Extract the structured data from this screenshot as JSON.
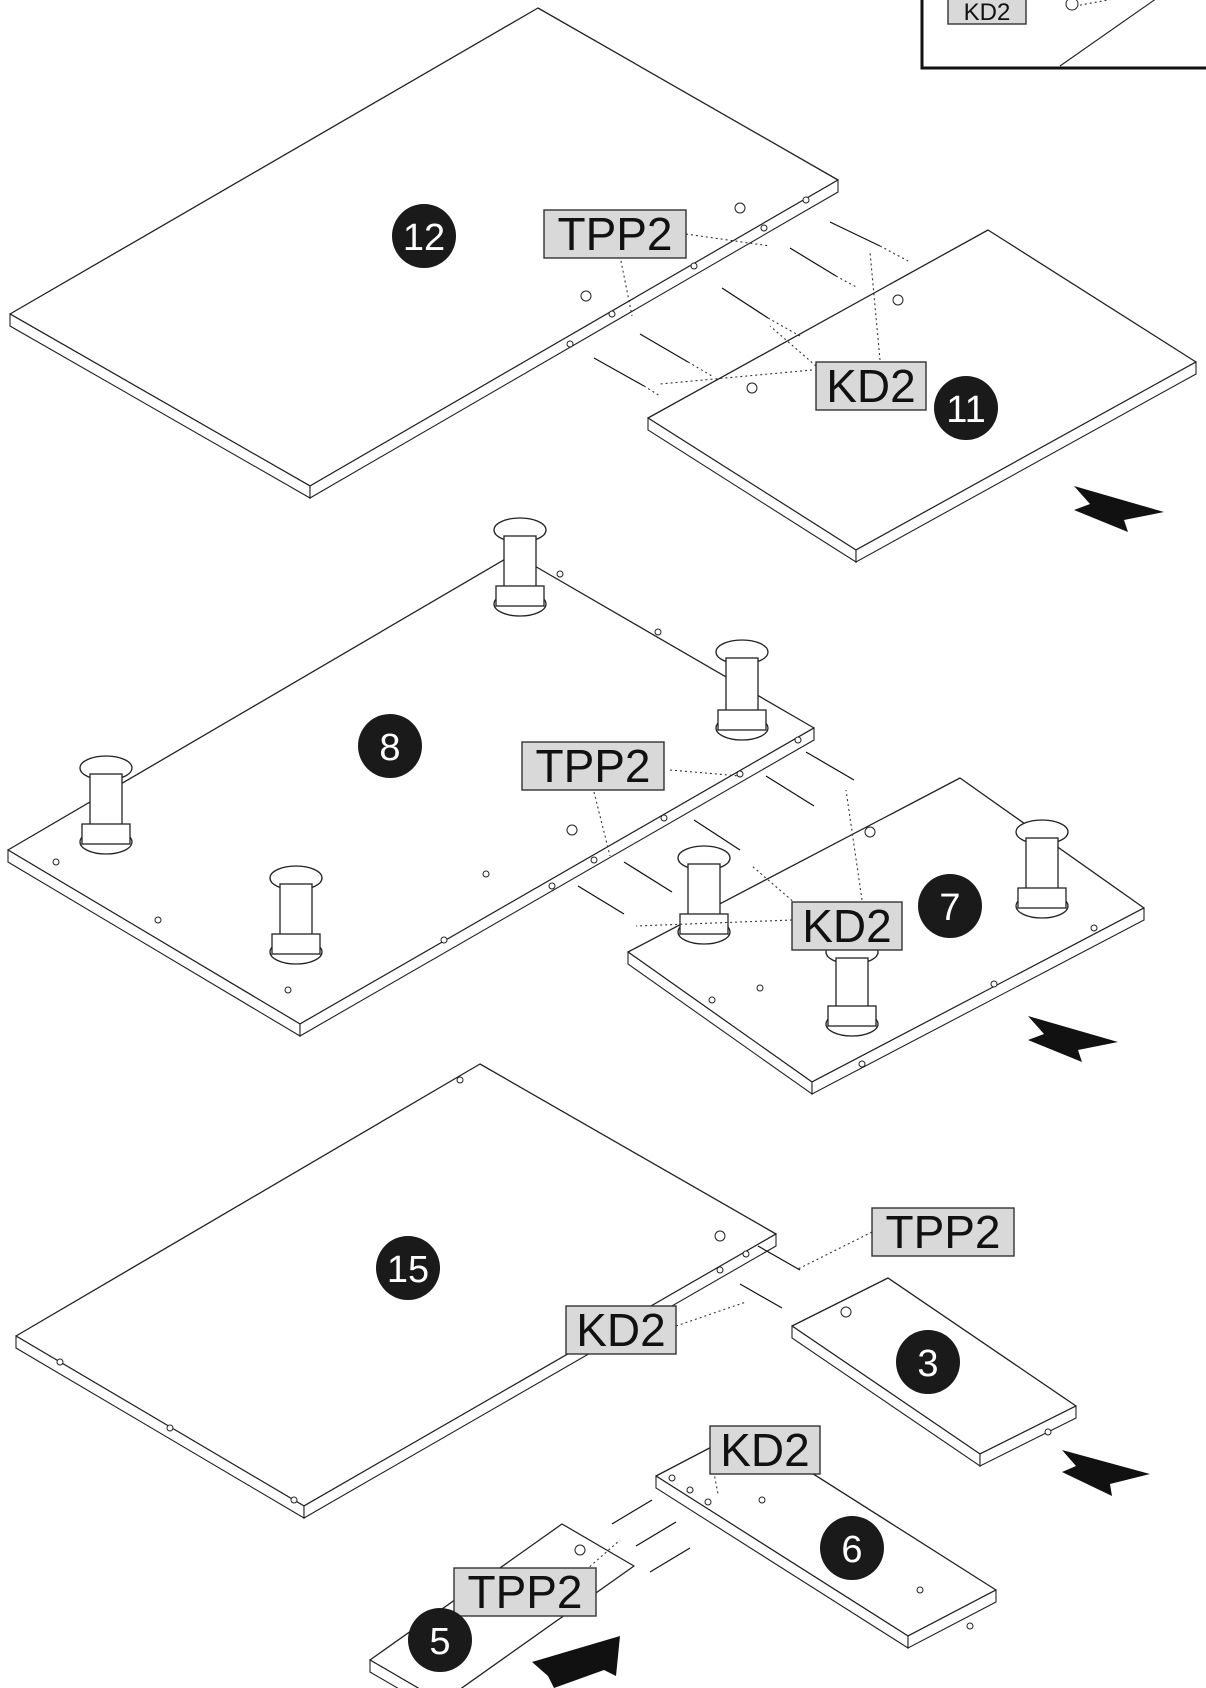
{
  "inset": {
    "label": "KD2"
  },
  "labels": {
    "tpp2": "TPP2",
    "kd2": "KD2"
  },
  "parts": {
    "p12": "12",
    "p11": "11",
    "p8": "8",
    "p7": "7",
    "p15": "15",
    "p3": "3",
    "p6": "6",
    "p5": "5"
  },
  "colors": {
    "line": "#222222",
    "tag_fill": "#d9d9d9",
    "badge": "#1a1a1a"
  }
}
